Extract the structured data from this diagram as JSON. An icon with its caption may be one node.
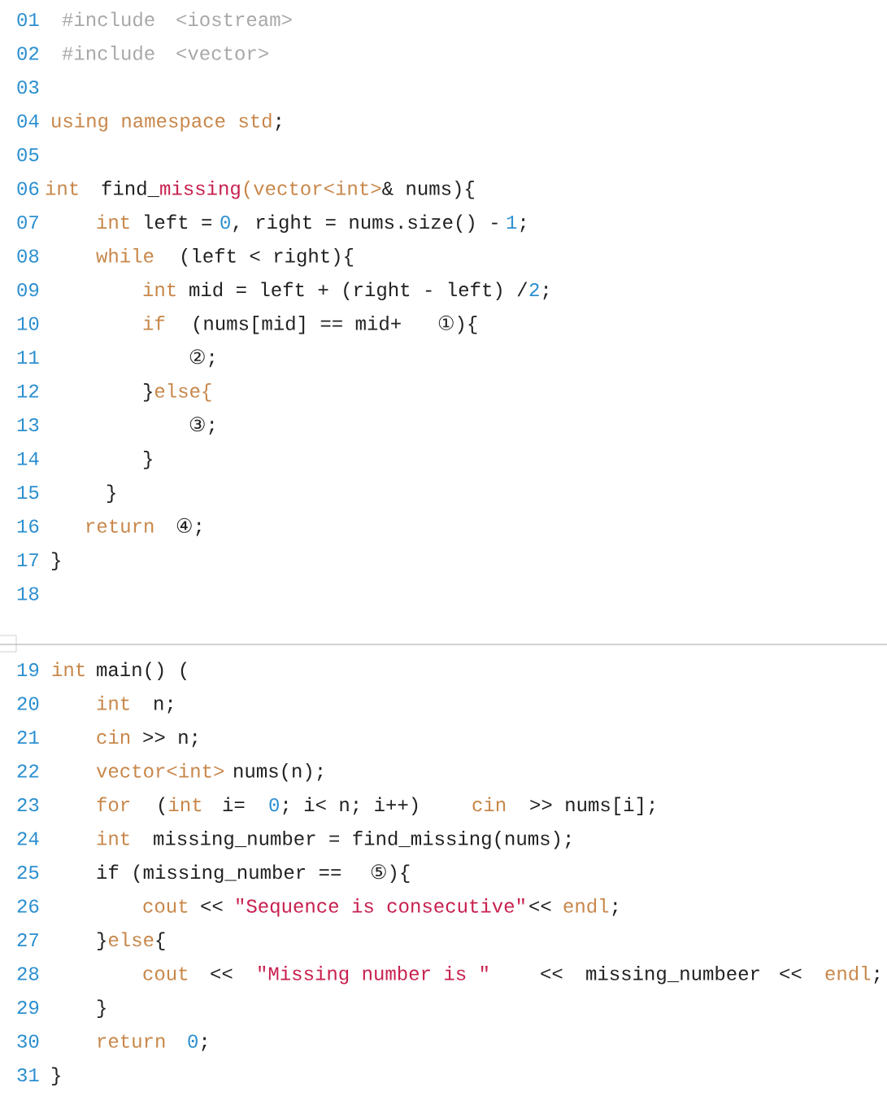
{
  "diagram": {
    "labels": [
      "01",
      "#include",
      "<iostream>",
      "02",
      "#include",
      "<vector>",
      "03",
      "04",
      "using namespace std",
      ";",
      "05",
      "06",
      "int",
      "find_",
      "missing",
      "(vector<int>",
      "& nums){",
      "07",
      "int",
      "left =",
      "0",
      ", right = nums.size() -",
      "1",
      ";",
      "08",
      "while",
      "(left < right){",
      "09",
      "int",
      "mid = left + (right - left) /",
      "2",
      ";",
      "10",
      "if",
      "(nums[mid] == mid+",
      "①",
      "){",
      "11",
      "②",
      ";",
      "12",
      "}",
      "else{",
      "13",
      "③",
      ";",
      "14",
      "}",
      "15",
      "}",
      "16",
      "return",
      "④",
      ";",
      "17",
      "}",
      "18",
      "19",
      "int",
      "main() (",
      "20",
      "int",
      "n;",
      "21",
      "cin",
      ">> n;",
      "22",
      "vector<int>",
      "nums(n);",
      "23",
      "for",
      "(",
      "int",
      "i=",
      "0",
      "; i< n; i++)",
      "cin",
      ">> nums[i];",
      "24",
      "int",
      "missing_number = find_missing(nums);",
      "25",
      "if (missing_number ==",
      "⑤",
      "){",
      "26",
      "cout",
      "<<",
      "\"Sequence is consecutive\"",
      "<<",
      "endl",
      ";",
      "27",
      "}",
      "else",
      "{",
      "28",
      "cout",
      "<<",
      "\"Missing number is \"",
      "<<",
      "missing_numbeer",
      "<<",
      "endl",
      ";",
      "29",
      "}",
      "30",
      "return",
      "0",
      ";",
      "31",
      "}"
    ]
  }
}
